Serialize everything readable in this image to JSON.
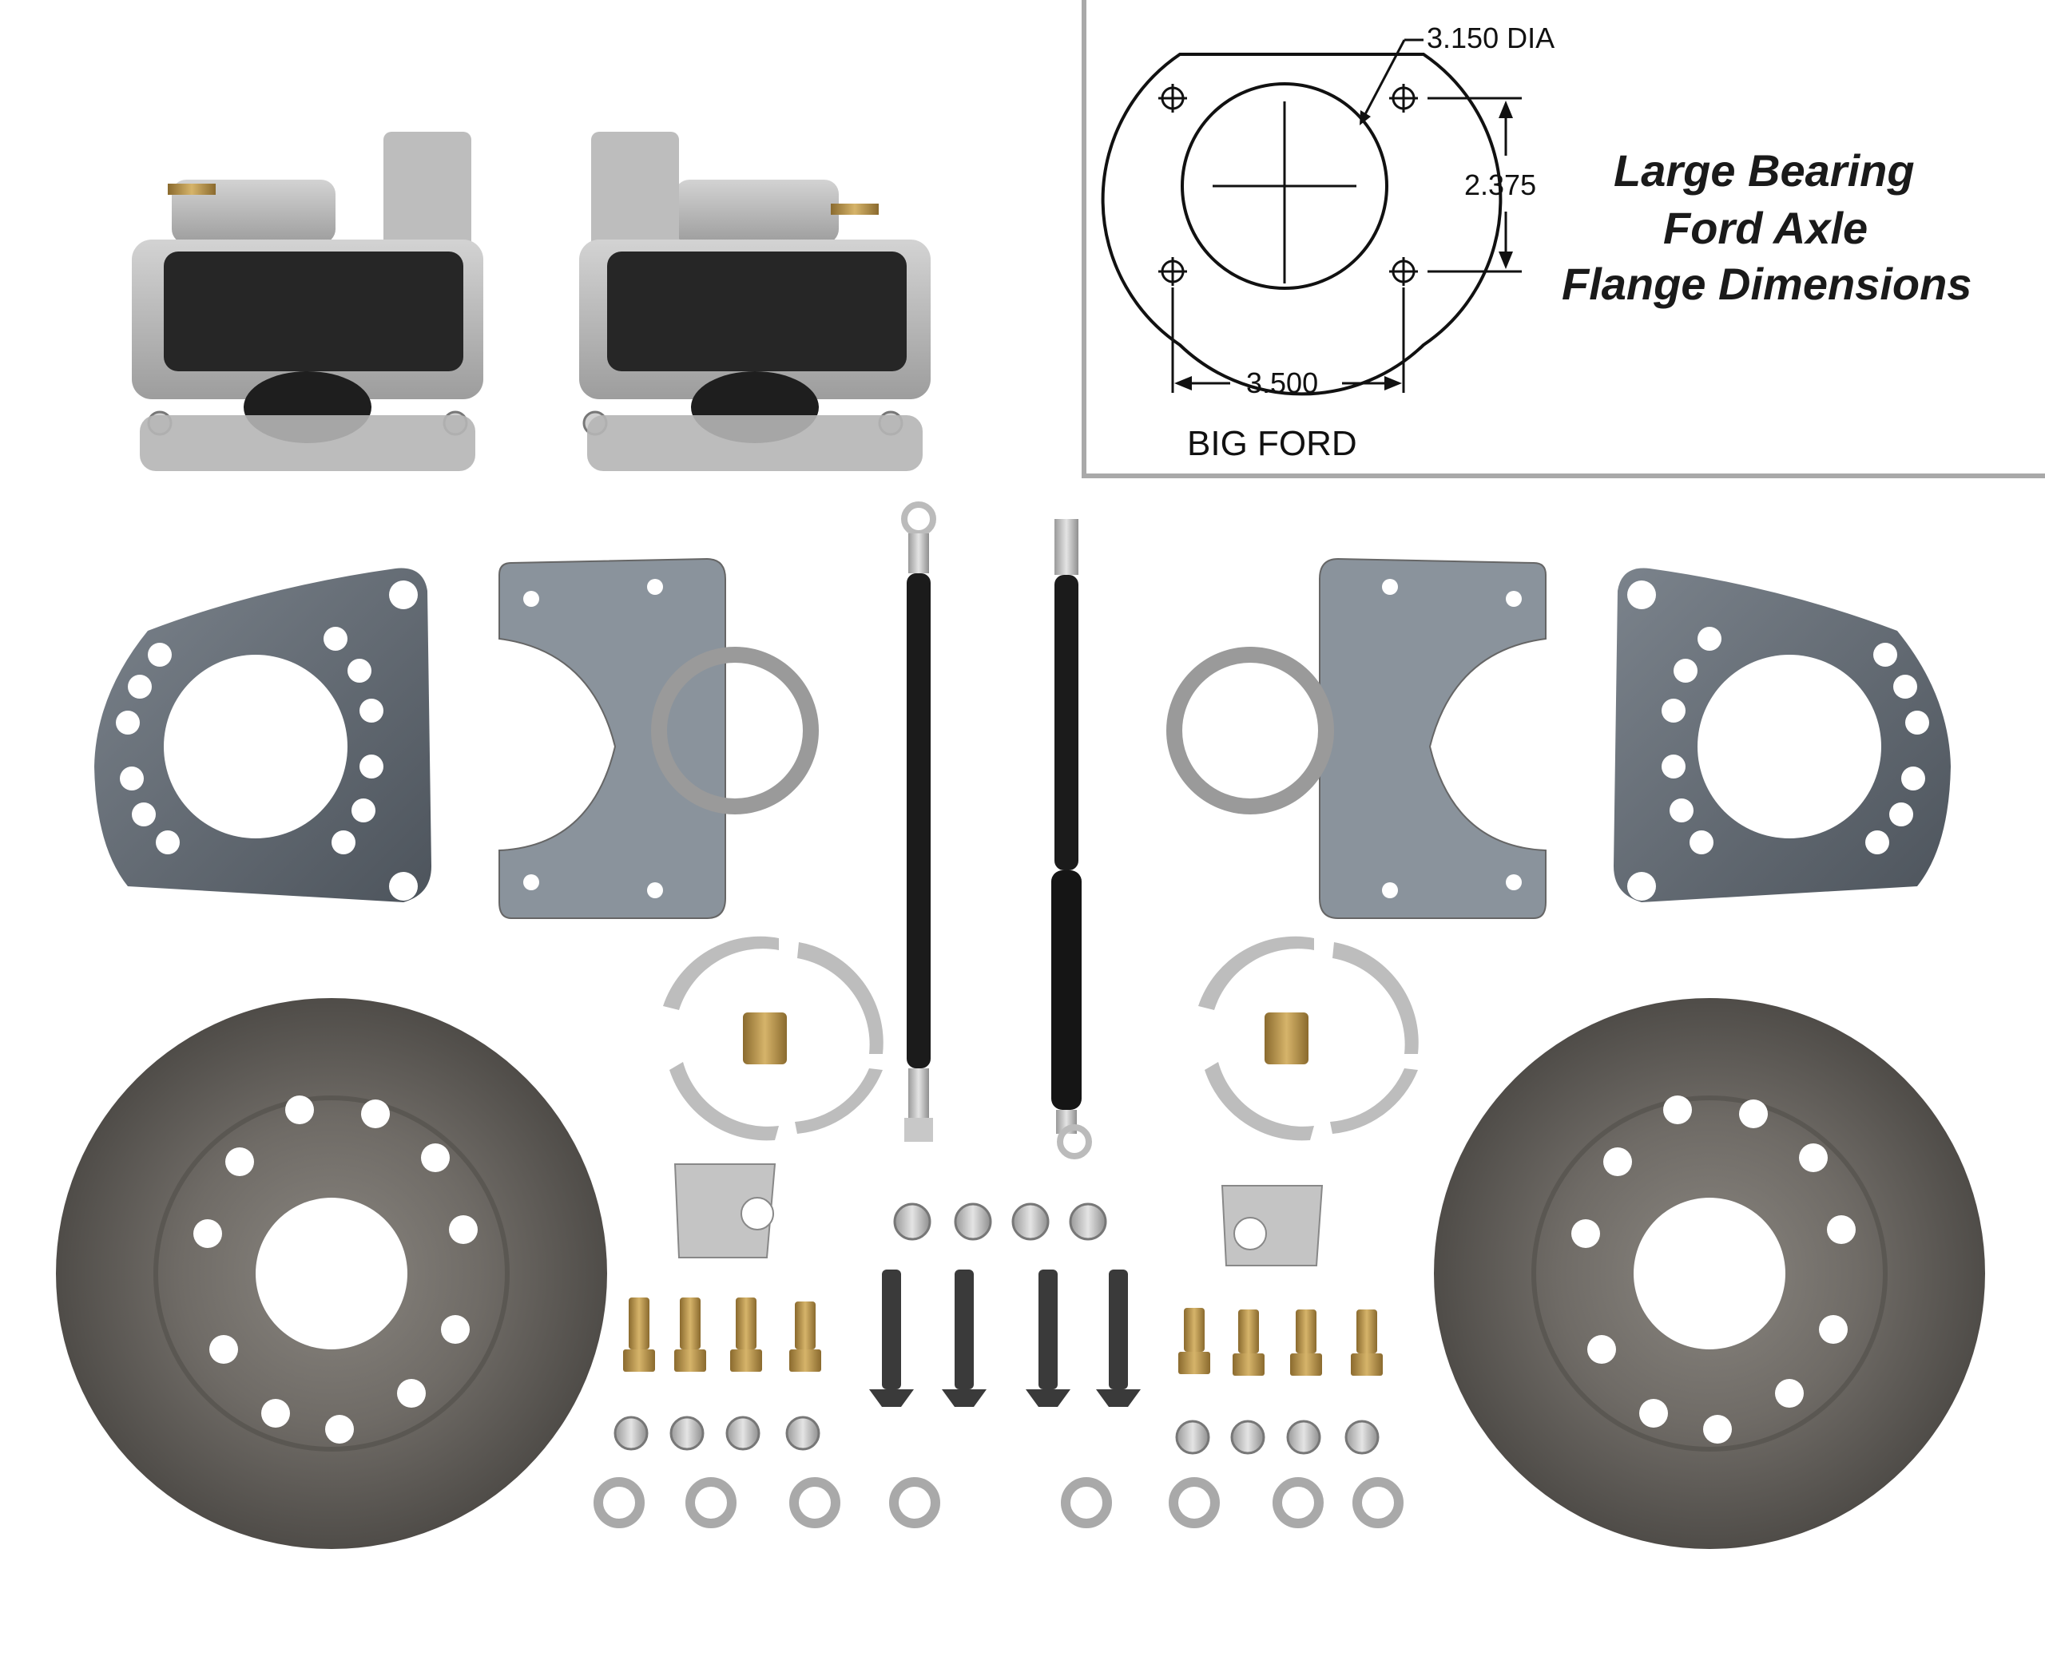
{
  "diagram": {
    "diameter_label": "3.150 DIA",
    "height_label": "2.375",
    "width_label": "3.500",
    "caption": "BIG FORD"
  },
  "headline": {
    "line1": "Large Bearing",
    "line2": "Ford Axle",
    "line3": "Flange Dimensions"
  },
  "colors": {
    "plate": "#5d656f",
    "plate_light": "#9aa2ab",
    "rotor": "#6e6a65",
    "hose": "#1b1b1b",
    "brass": "#b38f47",
    "steel": "#c9c9c9",
    "frame": "#a9a9a9"
  }
}
